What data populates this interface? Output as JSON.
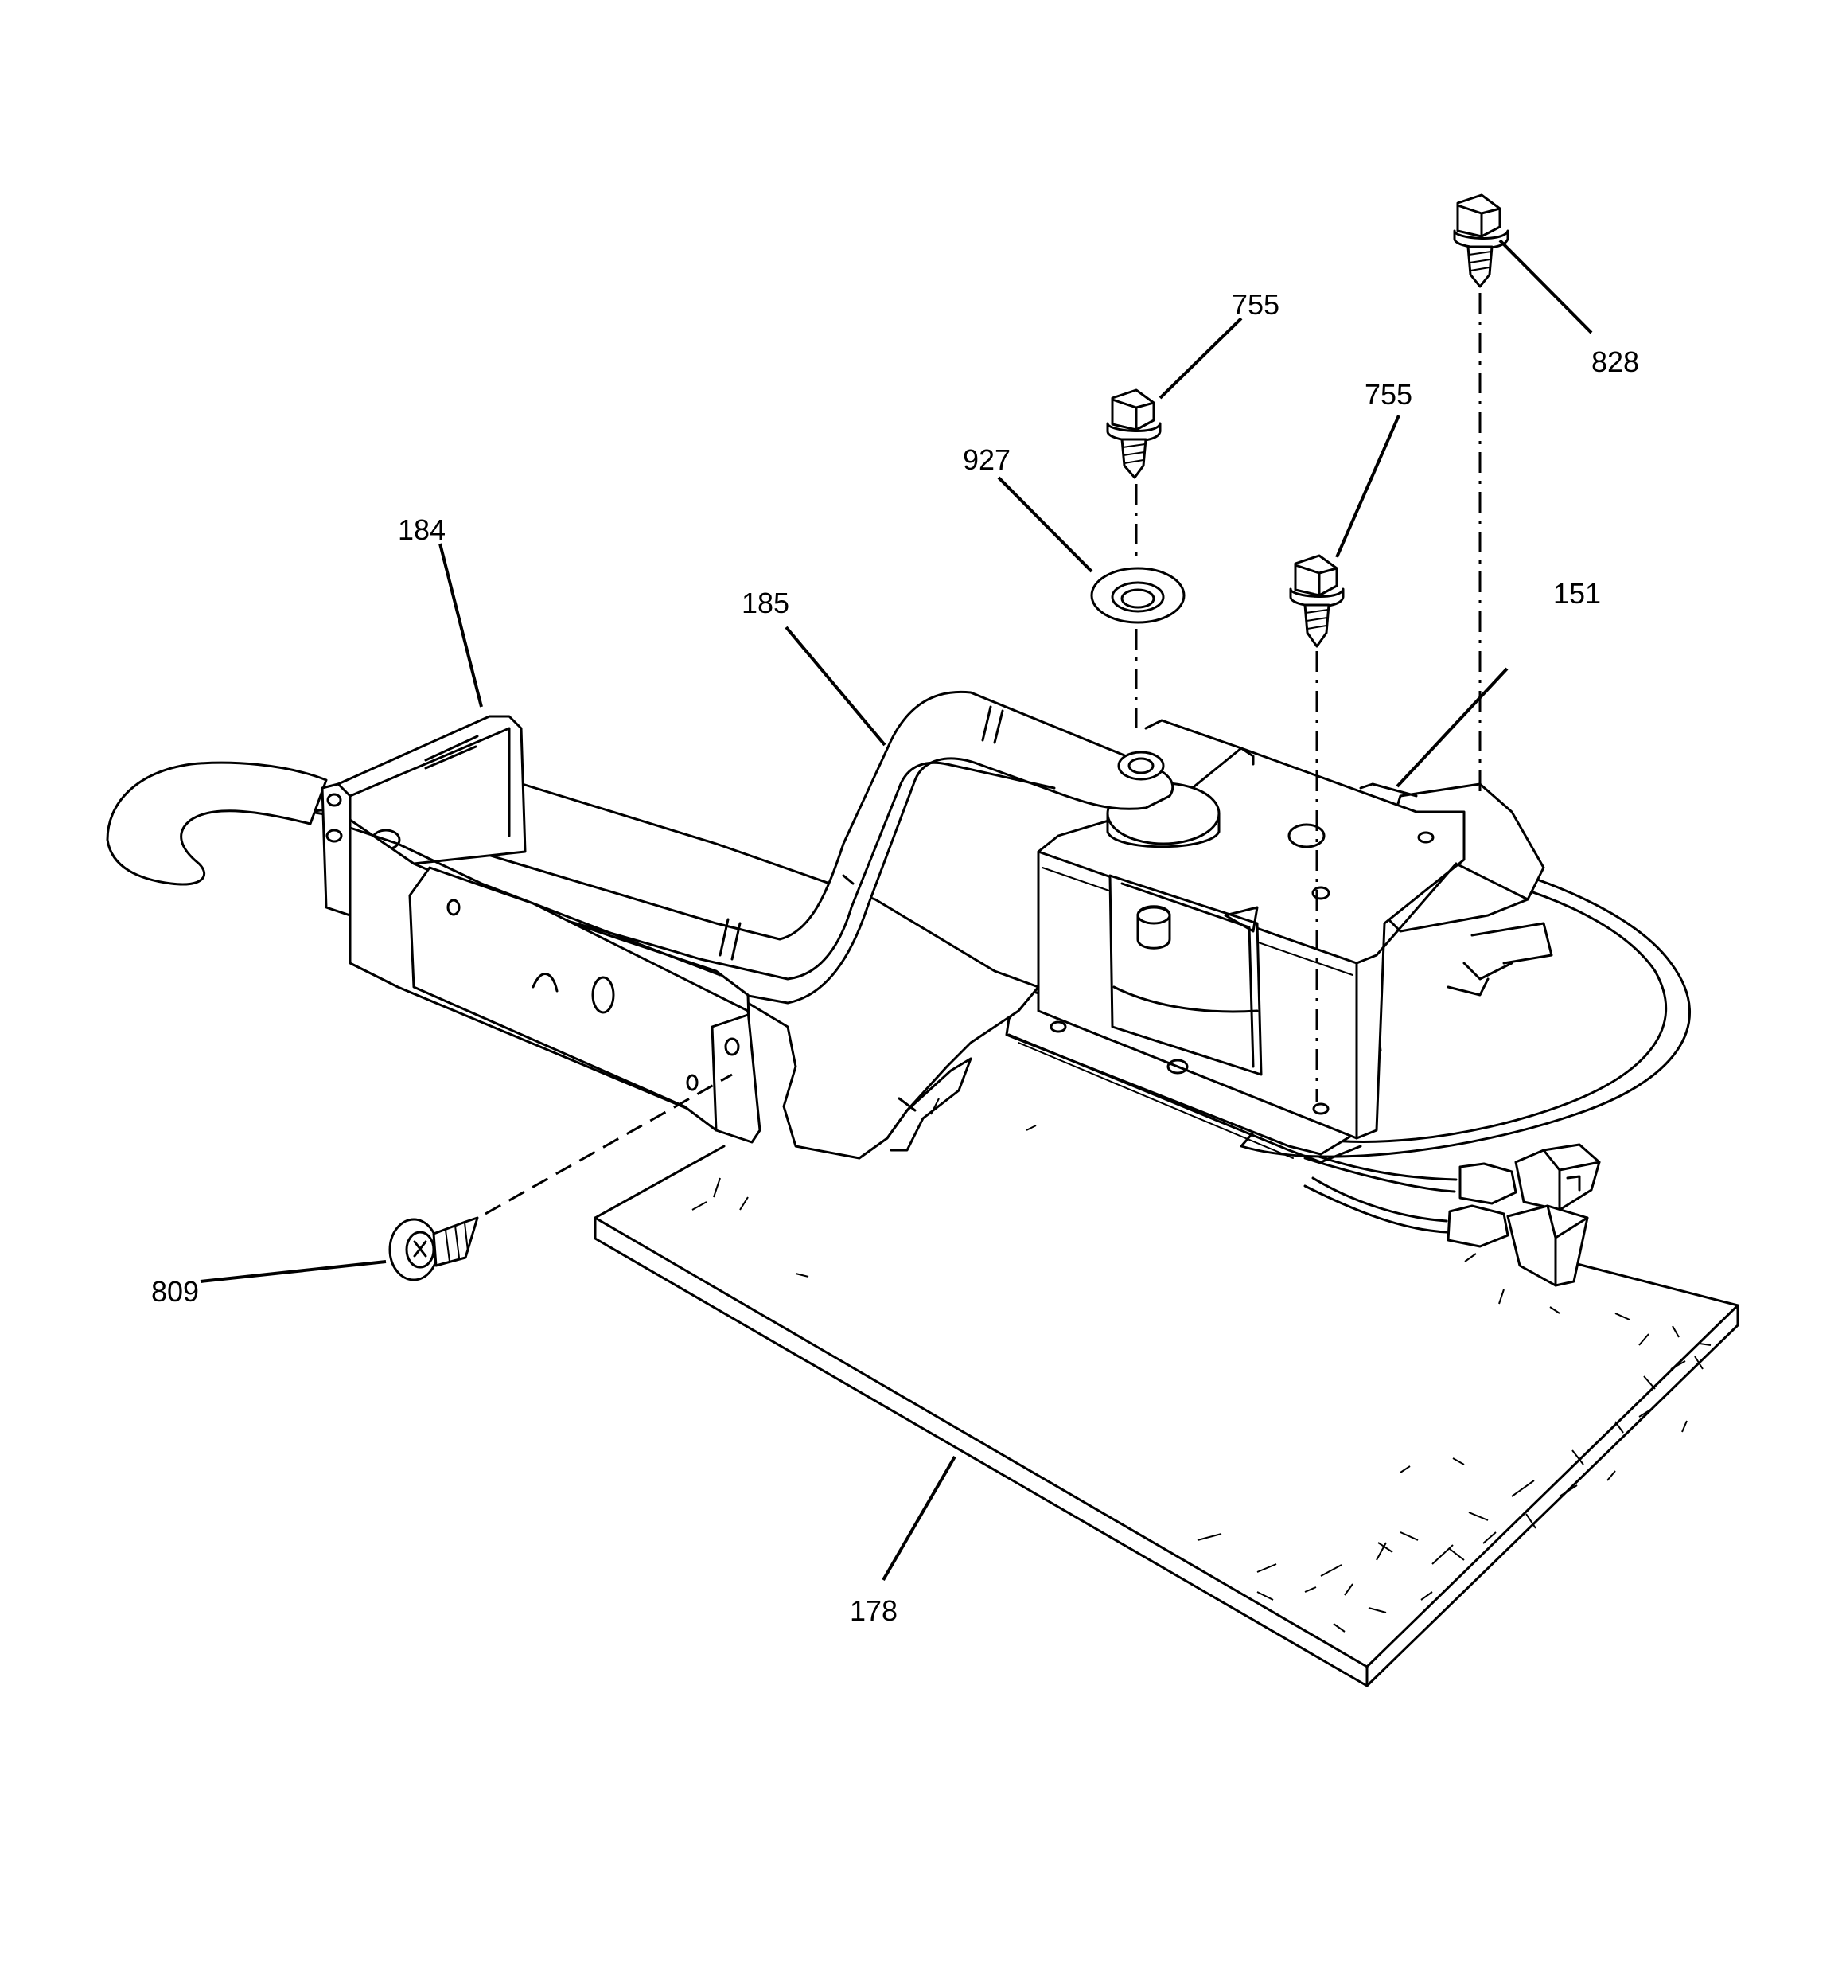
{
  "diagram": {
    "labels": {
      "p828": "828",
      "p755a": "755",
      "p755b": "755",
      "p927": "927",
      "p184": "184",
      "p185": "185",
      "p151": "151",
      "p809": "809",
      "p178": "178"
    }
  }
}
